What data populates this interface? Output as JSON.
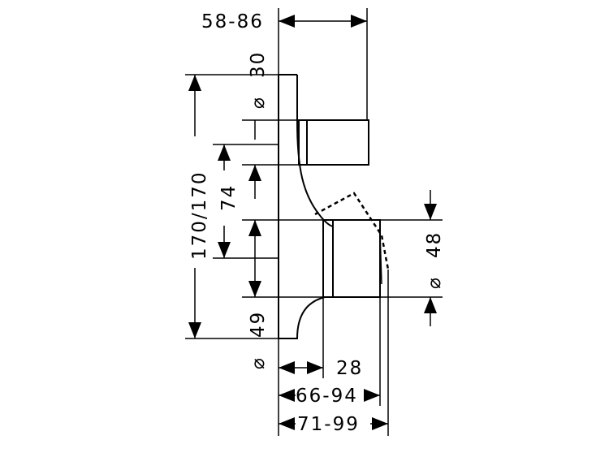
{
  "diagram": {
    "dimensions": {
      "projection": "58-86",
      "rosette_top": "30",
      "total_height": "170/170",
      "spacing": "74",
      "handle_diameter": "48",
      "rosette_bottom": "49",
      "depth_handle": "28",
      "depth_total_1": "66-94",
      "depth_total_2": "71-99"
    },
    "symbols": {
      "diameter": "⌀"
    }
  }
}
